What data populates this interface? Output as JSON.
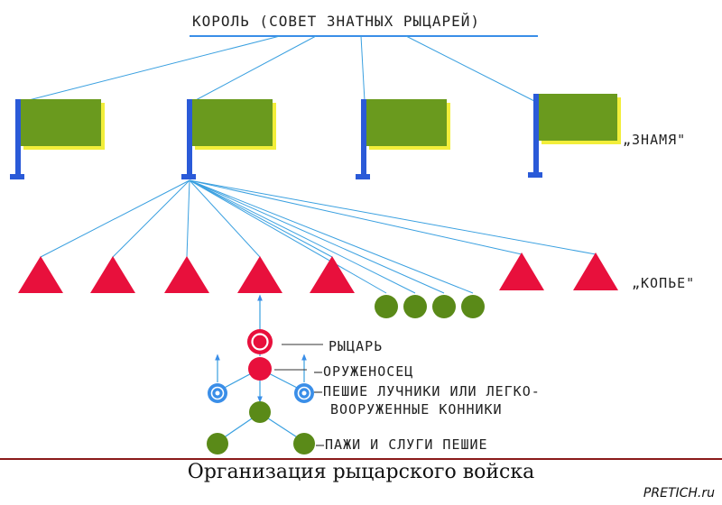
{
  "labels": {
    "king": "КОРОЛЬ (СОВЕТ ЗНАТНЫХ РЫЦАРЕЙ)",
    "banner": "„ЗНАМЯ\"",
    "lance": "„КОПЬЕ\"",
    "knight": "РЫЦАРЬ",
    "squire": "–ОРУЖЕНОСЕЦ",
    "foot_line1": "–ПЕШИЕ ЛУЧНИКИ ИЛИ ЛЕГКО-",
    "foot_line2": "ВООРУЖЕННЫЕ КОННИКИ",
    "pages": "–ПАЖИ И СЛУГИ ПЕШИЕ"
  },
  "caption": "Организация рыцарского войска",
  "watermark": "PRETICH.ru",
  "colors": {
    "lines": "#3aa0e0",
    "flag": "#6a9a1e",
    "flag_shadow": "#f2ee3a",
    "pole": "#2a5ad8",
    "triangle": "#e8103c",
    "circle_green": "#5a8a18",
    "circle_red": "#e8103c",
    "circle_blue": "#3a8ee8",
    "rule": "#8a1a1a"
  },
  "icons": {
    "banner": "flag-icon",
    "lance": "triangle-icon",
    "extra_soldier": "green-circle-icon",
    "knight": "ring-red-icon",
    "squire": "red-circle-icon",
    "foot_soldier": "target-blue-icon",
    "page": "green-circle-icon"
  },
  "counts": {
    "banners": 4,
    "lances": 7,
    "extra_soldiers": 4
  }
}
